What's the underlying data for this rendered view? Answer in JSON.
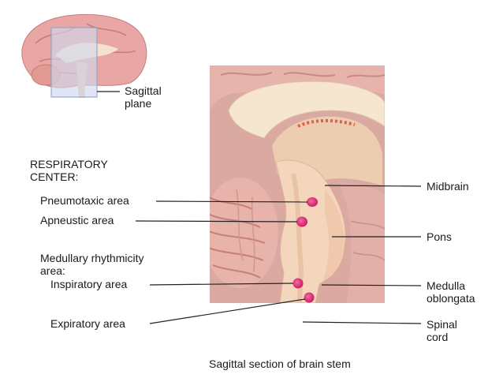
{
  "inset": {
    "plane_label_line1": "Sagittal",
    "plane_label_line2": "plane"
  },
  "respiratory_center": {
    "heading_line1": "RESPIRATORY",
    "heading_line2": "CENTER:",
    "pneumotaxic": "Pneumotaxic area",
    "apneustic": "Apneustic area",
    "medullary_line1": "Medullary rhythmicity",
    "medullary_line2": "area:",
    "inspiratory": "Inspiratory area",
    "expiratory": "Expiratory area"
  },
  "structures": {
    "midbrain": "Midbrain",
    "pons": "Pons",
    "medulla_line1": "Medulla",
    "medulla_line2": "oblongata",
    "spinal_line1": "Spinal",
    "spinal_line2": "cord"
  },
  "caption": "Sagittal section of brain stem",
  "colors": {
    "area_marker": "#d81b6a",
    "leader_line": "#222222",
    "tissue": "#f3d2b6"
  }
}
